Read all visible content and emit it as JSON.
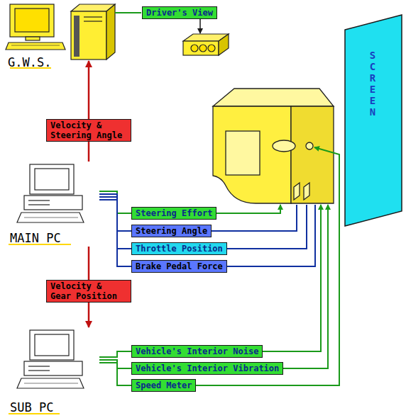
{
  "diagram": {
    "nodes": [
      {
        "text": [
          "G.W.S."
        ]
      },
      {
        "text": [
          "Driver's View"
        ]
      },
      {
        "text": [
          "SCREEN"
        ]
      },
      {
        "text": [
          "Velocity & Steering Angle"
        ]
      },
      {
        "text": [
          "MAIN PC"
        ]
      },
      {
        "text": [
          "Steering Effort"
        ]
      },
      {
        "text": [
          "Steering Angle"
        ]
      },
      {
        "text": [
          "Throttle Position"
        ]
      },
      {
        "text": [
          "Brake Pedal Force"
        ]
      },
      {
        "text": [
          "Velocity & Gear Position"
        ]
      },
      {
        "text": [
          "SUB PC"
        ]
      },
      {
        "text": [
          "Vehicle's Interior Noise"
        ]
      },
      {
        "text": [
          "Vehicle's Interior Vibration"
        ]
      },
      {
        "text": [
          "Speed Meter"
        ]
      }
    ],
    "edges": [
      {
        "from": 4,
        "to": 3,
        "arrow": "none"
      },
      {
        "from": 4,
        "to": 5,
        "arrow": "none"
      },
      {
        "from": 4,
        "to": 6,
        "arrow": "none"
      },
      {
        "from": 4,
        "to": 7,
        "arrow": "none"
      },
      {
        "from": 4,
        "to": 8,
        "arrow": "none"
      },
      {
        "from": 4,
        "to": 9,
        "arrow": "none"
      },
      {
        "from": 9,
        "to": 10,
        "arrow": "to"
      },
      {
        "from": 10,
        "to": 11,
        "arrow": "none"
      },
      {
        "from": 10,
        "to": 12,
        "arrow": "none"
      },
      {
        "from": 10,
        "to": 13,
        "arrow": "none"
      }
    ]
  }
}
